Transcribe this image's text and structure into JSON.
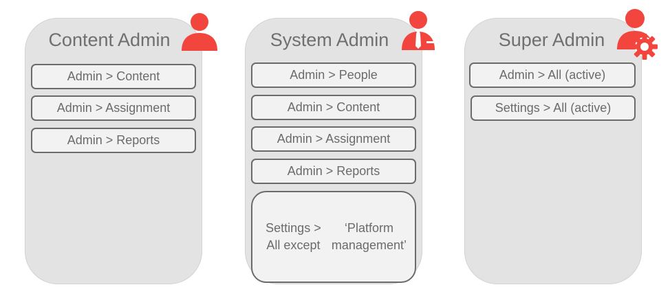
{
  "colors": {
    "accent": "#f2453d",
    "card_bg": "#e3e3e3",
    "item_bg": "#f2f2f2",
    "text": "#6b6b6b"
  },
  "roles": [
    {
      "title": "Content Admin",
      "icon": "user-icon",
      "permissions": [
        "Admin > Content",
        "Admin > Assignment",
        "Admin > Reports"
      ]
    },
    {
      "title": "System Admin",
      "icon": "user-tie-icon",
      "permissions": [
        "Admin > People",
        "Admin > Content",
        "Admin > Assignment",
        "Admin > Reports"
      ],
      "extra_permission_lines": [
        "Settings > All except",
        "‘Platform management’"
      ]
    },
    {
      "title": "Super Admin",
      "icon": "user-gear-icon",
      "permissions": [
        "Admin > All (active)",
        "Settings > All (active)"
      ]
    }
  ]
}
